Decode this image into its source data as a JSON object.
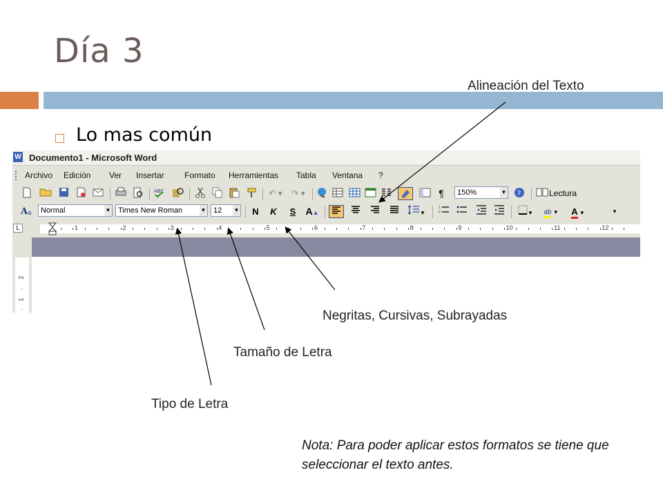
{
  "slide": {
    "title": "Día 3",
    "bullet": "Lo mas común"
  },
  "colors": {
    "accent_orange": "#dd8047",
    "accent_blue": "#94b6d2",
    "title_color": "#6b5c59"
  },
  "annotations": {
    "alineacion": "Alineación del Texto",
    "negritas": "Negritas, Cursivas, Subrayadas",
    "tamano": "Tamaño de Letra",
    "tipo": "Tipo de Letra",
    "note": "Nota: Para poder aplicar estos formatos se tiene que seleccionar el texto antes."
  },
  "word": {
    "window_title": "Documento1 - Microsoft Word",
    "menu": [
      "Archivo",
      "Edición",
      "Ver",
      "Insertar",
      "Formato",
      "Herramientas",
      "Tabla",
      "Ventana",
      "?"
    ],
    "standard_toolbar": {
      "zoom": "150%",
      "lectura": "Lectura",
      "paragraph_mark": "¶"
    },
    "format_toolbar": {
      "style": "Normal",
      "font": "Times New Roman",
      "size": "12",
      "bold": "N",
      "italic": "K",
      "underline": "S",
      "grow_font": "A",
      "font_color": "A",
      "highlight": "ab"
    },
    "ruler": {
      "tab_selector": "L",
      "numbers": [
        "1",
        "2",
        "3",
        "4",
        "5",
        "6",
        "7",
        "8",
        "9",
        "10",
        "11",
        "12"
      ],
      "vertical_numbers": [
        "2",
        "1"
      ]
    }
  }
}
